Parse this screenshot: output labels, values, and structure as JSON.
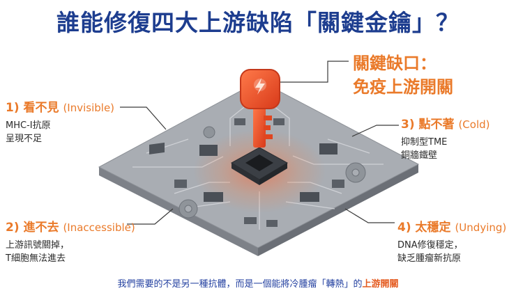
{
  "title": "誰能修復四大上游缺陷「關鍵金鑰」？",
  "key_label": {
    "line1": "關鍵缺口：",
    "line2": "免疫上游開關"
  },
  "defects": [
    {
      "num": "1)",
      "zh": "看不見",
      "en": "(Invisible)",
      "line1": "MHC-I抗原",
      "line2": "呈現不足"
    },
    {
      "num": "2)",
      "zh": "進不去",
      "en": "(Inaccessible)",
      "line1": "上游訊號關掉，",
      "line2": "T細胞無法進去"
    },
    {
      "num": "3)",
      "zh": "點不著",
      "en": "(Cold)",
      "line1": "抑制型TME",
      "line2": "銅牆鐵壁"
    },
    {
      "num": "4)",
      "zh": "太穩定",
      "en": "(Undying)",
      "line1": "DNA修復穩定，",
      "line2": "缺乏腫瘤新抗原"
    }
  ],
  "bottom": {
    "text": "我們需要的不是另一種抗體，而是一個能將冷腫瘤「轉熱」的",
    "highlight": "上游開關"
  },
  "colors": {
    "title": "#1d3d8f",
    "accent": "#ea7a2a",
    "board": "#a9adb3",
    "key": "#f0502a"
  }
}
